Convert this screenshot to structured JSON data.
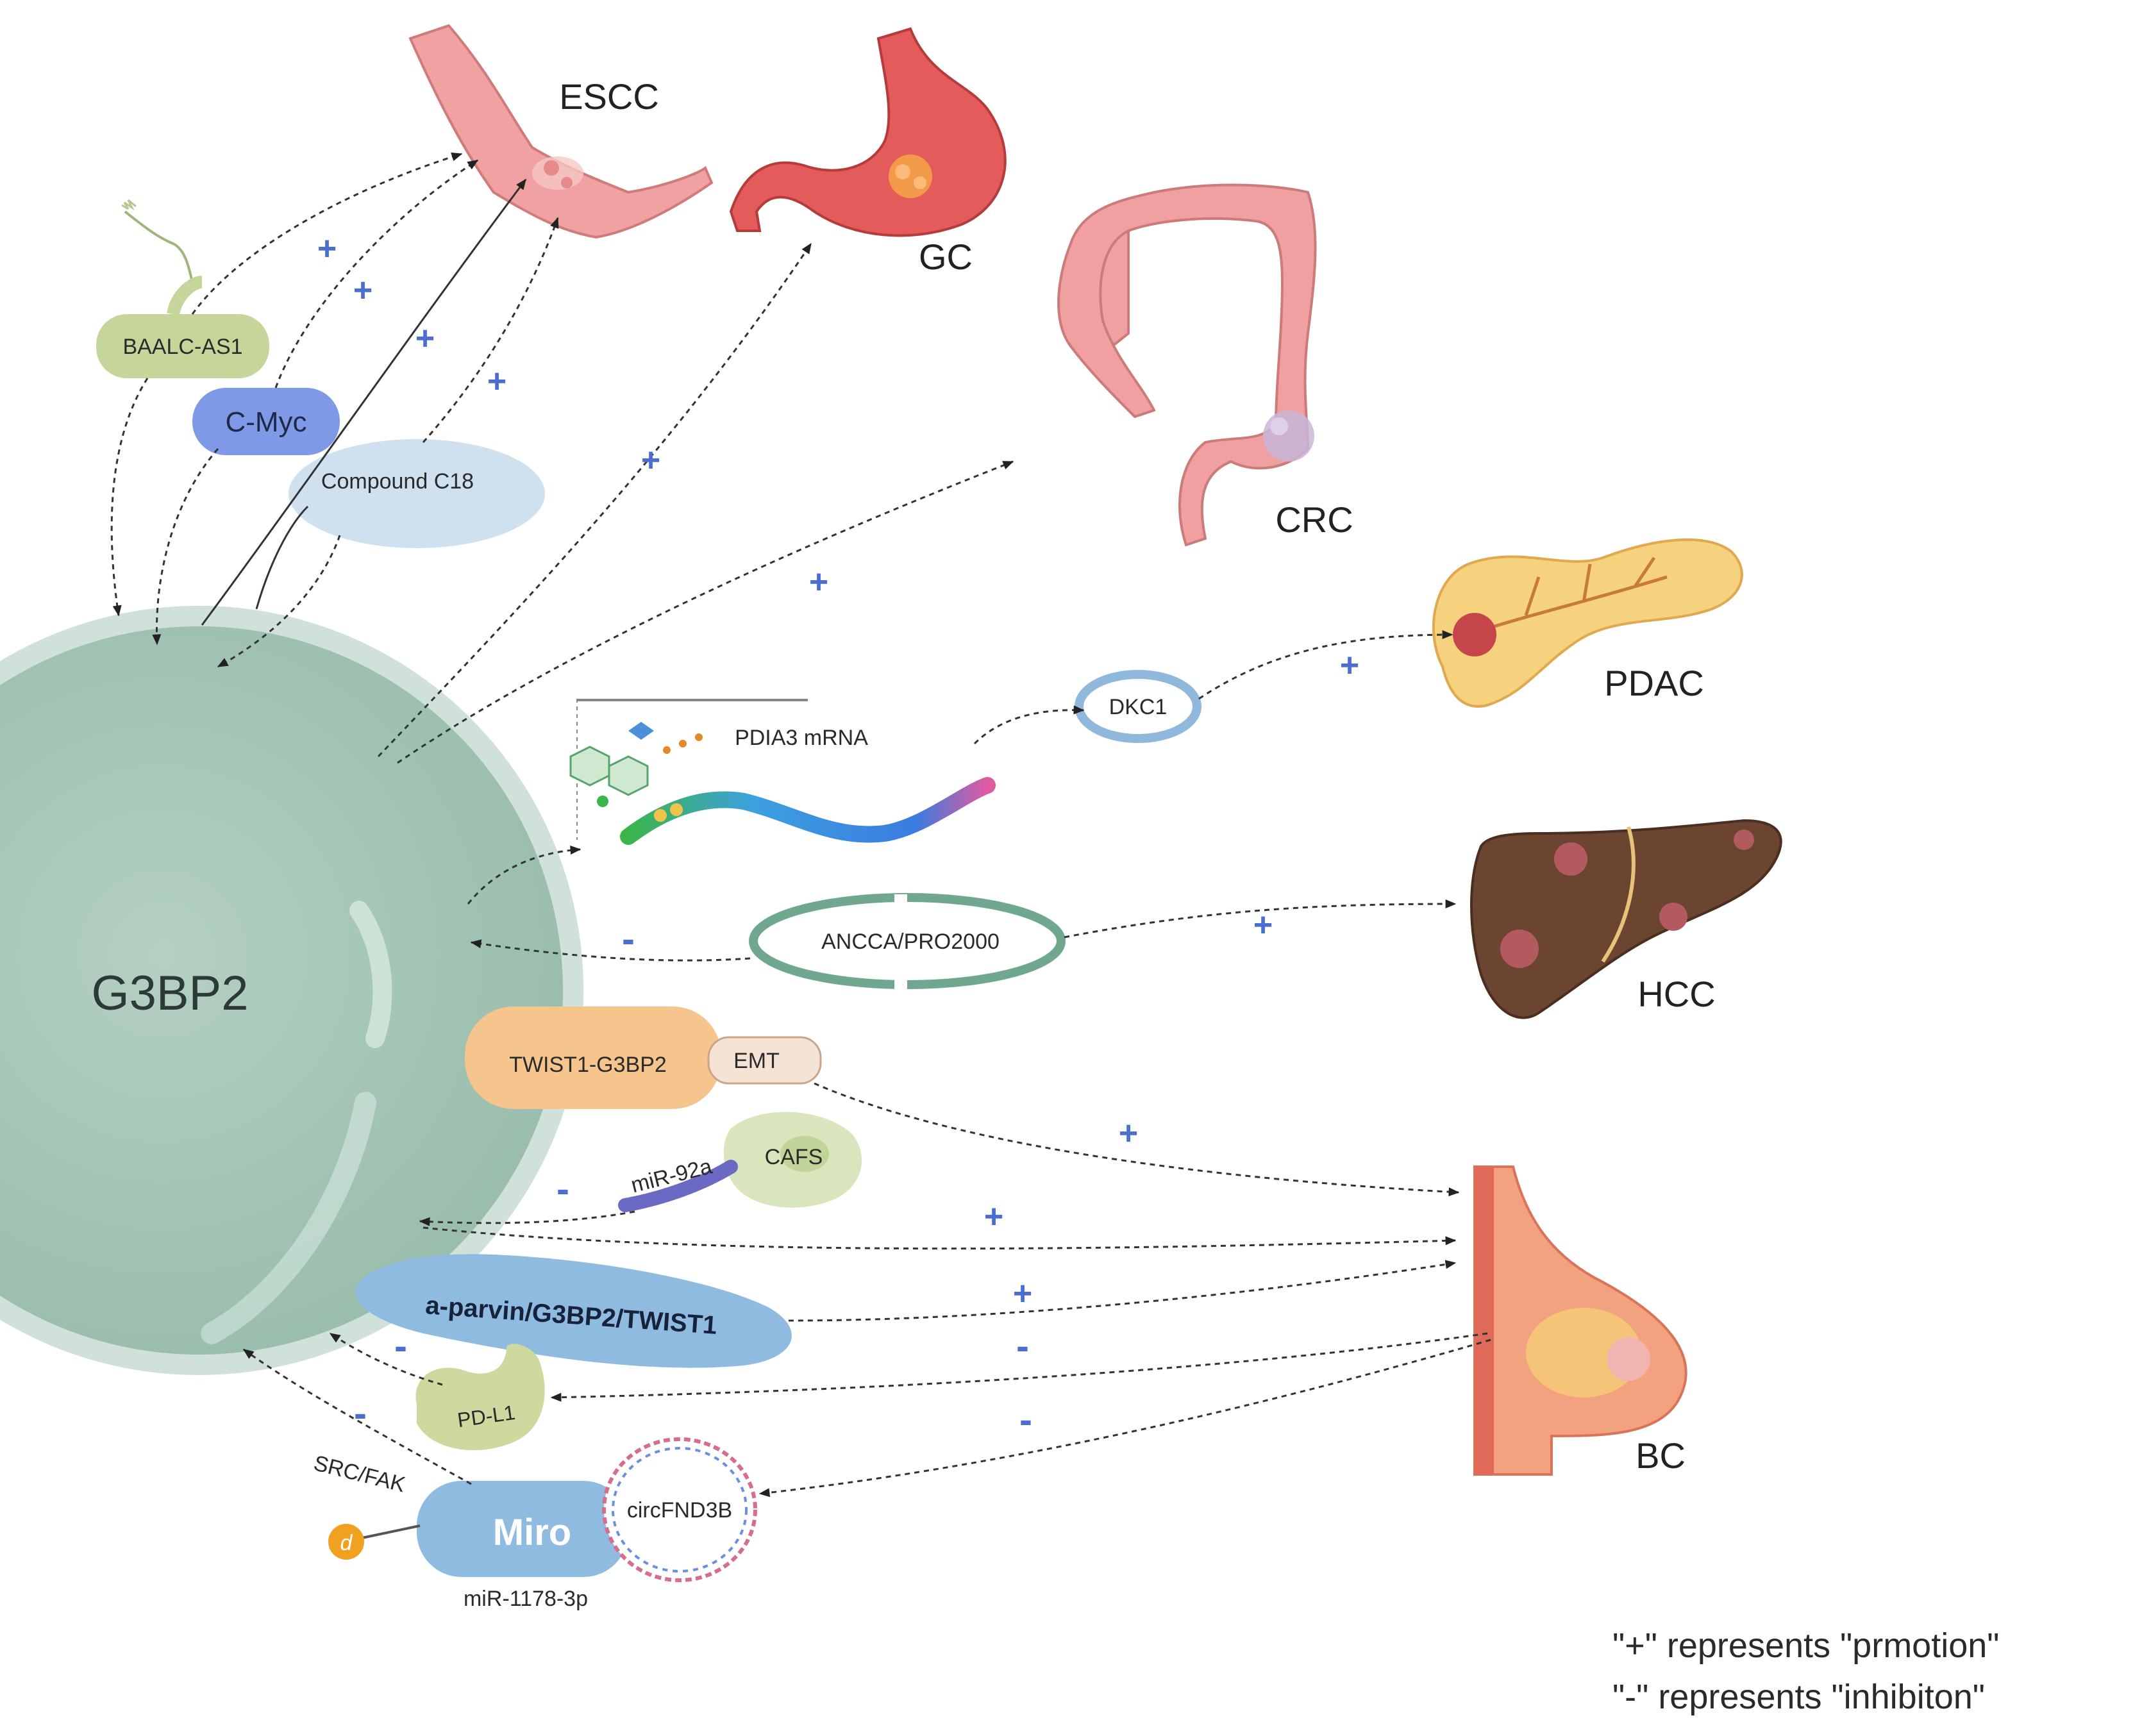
{
  "center": {
    "label": "G3BP2"
  },
  "organs": {
    "escc": "ESCC",
    "gc": "GC",
    "crc": "CRC",
    "pdac": "PDAC",
    "hcc": "HCC",
    "bc": "BC"
  },
  "nodes": {
    "baalc": "BAALC-AS1",
    "cmyc": "C-Myc",
    "c18": "Compound C18",
    "pdia3": "PDIA3 mRNA",
    "dkc1": "DKC1",
    "ancca": "ANCCA/PRO2000",
    "twist": "TWIST1-G3BP2",
    "emt": "EMT",
    "mir92a": "miR-92a",
    "cafs": "CAFS",
    "parvin": "a-parvin/G3BP2/TWIST1",
    "pdl1": "PD-L1",
    "srcfak": "SRC/FAK",
    "miro": "Miro",
    "circ": "circFND3B",
    "mir1178": "miR-1178-3p",
    "d": "d"
  },
  "signs": {
    "plus": "+",
    "minus": "-"
  },
  "legend": {
    "line1": "\"+\" represents \"prmotion\"",
    "line2": "\"-\" represents \"inhibiton\""
  },
  "colors": {
    "g3bp2": "#a7c6b8",
    "baalc": "#c6d69a",
    "cmyc": "#7f99e6",
    "c18": "#cfe1ef",
    "dkc1_ring": "#8fb8dc",
    "ancca": "#6fa88f",
    "twist": "#f6c48d",
    "emt": "#f5e3d6",
    "cafs": "#d9e5bd",
    "parvin": "#8fbbe0",
    "pdl1": "#cdd99e",
    "miro": "#8fbbe0",
    "sign": "#4a6fd0"
  }
}
